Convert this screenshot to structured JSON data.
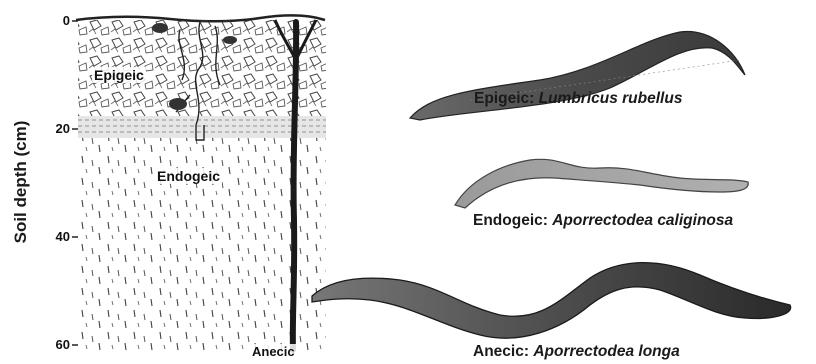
{
  "diagram": {
    "y_axis": {
      "title": "Soil depth (cm)",
      "ticks": [
        "0",
        "20",
        "40",
        "60"
      ]
    },
    "zones": {
      "epigeic": "Epigeic",
      "endogeic": "Endogeic",
      "anecic": "Anecic"
    },
    "worms": [
      {
        "group": "Epigeic:",
        "species": "Lumbricus rubellus"
      },
      {
        "group": "Endogeic:",
        "species": "Aporrectodea caliginosa"
      },
      {
        "group": "Anecic:",
        "species": "Aporrectodea longa"
      }
    ]
  }
}
